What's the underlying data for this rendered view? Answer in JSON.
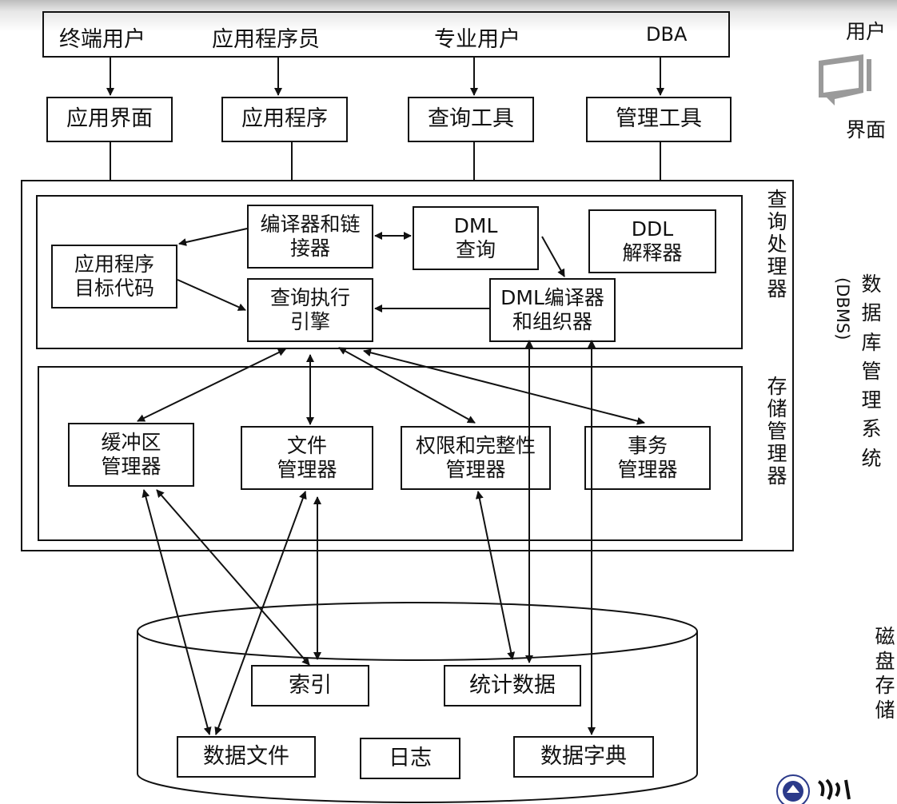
{
  "users": [
    "终端用户",
    "应用程序员",
    "专业用户",
    "DBA"
  ],
  "interfaces": [
    "应用界面",
    "应用程序",
    "查询工具",
    "管理工具"
  ],
  "query_processor": {
    "title": "查询处理器",
    "compiler_linker": "编译器和链\n接器",
    "dml_query": "DML\n查询",
    "ddl_interpreter": "DDL\n解释器",
    "app_object_code": "应用程序\n目标代码",
    "query_engine": "查询执行\n引擎",
    "dml_compiler": "DML编译器\n和组织器"
  },
  "storage_manager": {
    "title": "存储管理器",
    "buffer": "缓冲区\n管理器",
    "file": "文件\n管理器",
    "authority": "权限和完整性\n管理器",
    "transaction": "事务\n管理器"
  },
  "disk": {
    "index": "索引",
    "statistics": "统计数据",
    "data_files": "数据文件",
    "log": "日志",
    "data_dictionary": "数据字典"
  },
  "right_panel": {
    "users": "用户",
    "interface": "界面",
    "dbms": "数据库管理系统",
    "dbms_abbr": "(DBMS)",
    "disk_storage": "磁盘存储"
  }
}
